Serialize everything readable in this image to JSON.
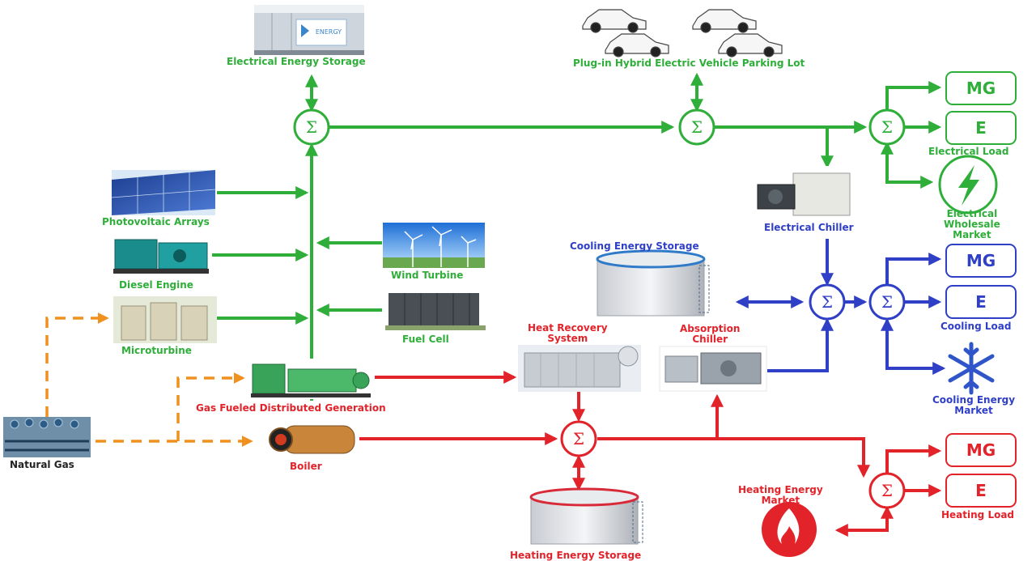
{
  "colors": {
    "electrical": "#2fae3a",
    "heating": "#e2232a",
    "cooling": "#2f3fc6",
    "natural_gas": "#f0901e"
  },
  "labels": {
    "electrical_energy_storage": "Electrical Energy Storage",
    "phev_parking_lot": "Plug-in Hybrid Electric Vehicle Parking Lot",
    "photovoltaic_arrays": "Photovoltaic Arrays",
    "wind_turbine": "Wind Turbine",
    "diesel_engine": "Diesel Engine",
    "fuel_cell": "Fuel Cell",
    "microturbine": "Microturbine",
    "natural_gas": "Natural Gas",
    "gas_fueled_dg": "Gas Fueled Distributed Generation",
    "boiler": "Boiler",
    "heat_recovery_system_line1": "Heat Recovery",
    "heat_recovery_system_line2": "System",
    "absorption_chiller_line1": "Absorption",
    "absorption_chiller_line2": "Chiller",
    "cooling_energy_storage": "Cooling Energy Storage",
    "electrical_chiller": "Electrical Chiller",
    "heating_energy_storage": "Heating Energy Storage",
    "heating_energy_market_line1": "Heating Energy",
    "heating_energy_market_line2": "Market",
    "electrical_load": "Electrical Load",
    "electrical_wholesale_market_line1": "Electrical",
    "electrical_wholesale_market_line2": "Wholesale",
    "electrical_wholesale_market_line3": "Market",
    "cooling_load": "Cooling Load",
    "cooling_energy_market_line1": "Cooling Energy",
    "cooling_energy_market_line2": "Market",
    "heating_load": "Heating Load"
  },
  "boxes": {
    "mg": "MG",
    "e": "E"
  },
  "signage": {
    "energy_storage_sign": "ENERGY"
  },
  "sum_symbol": "Σ"
}
